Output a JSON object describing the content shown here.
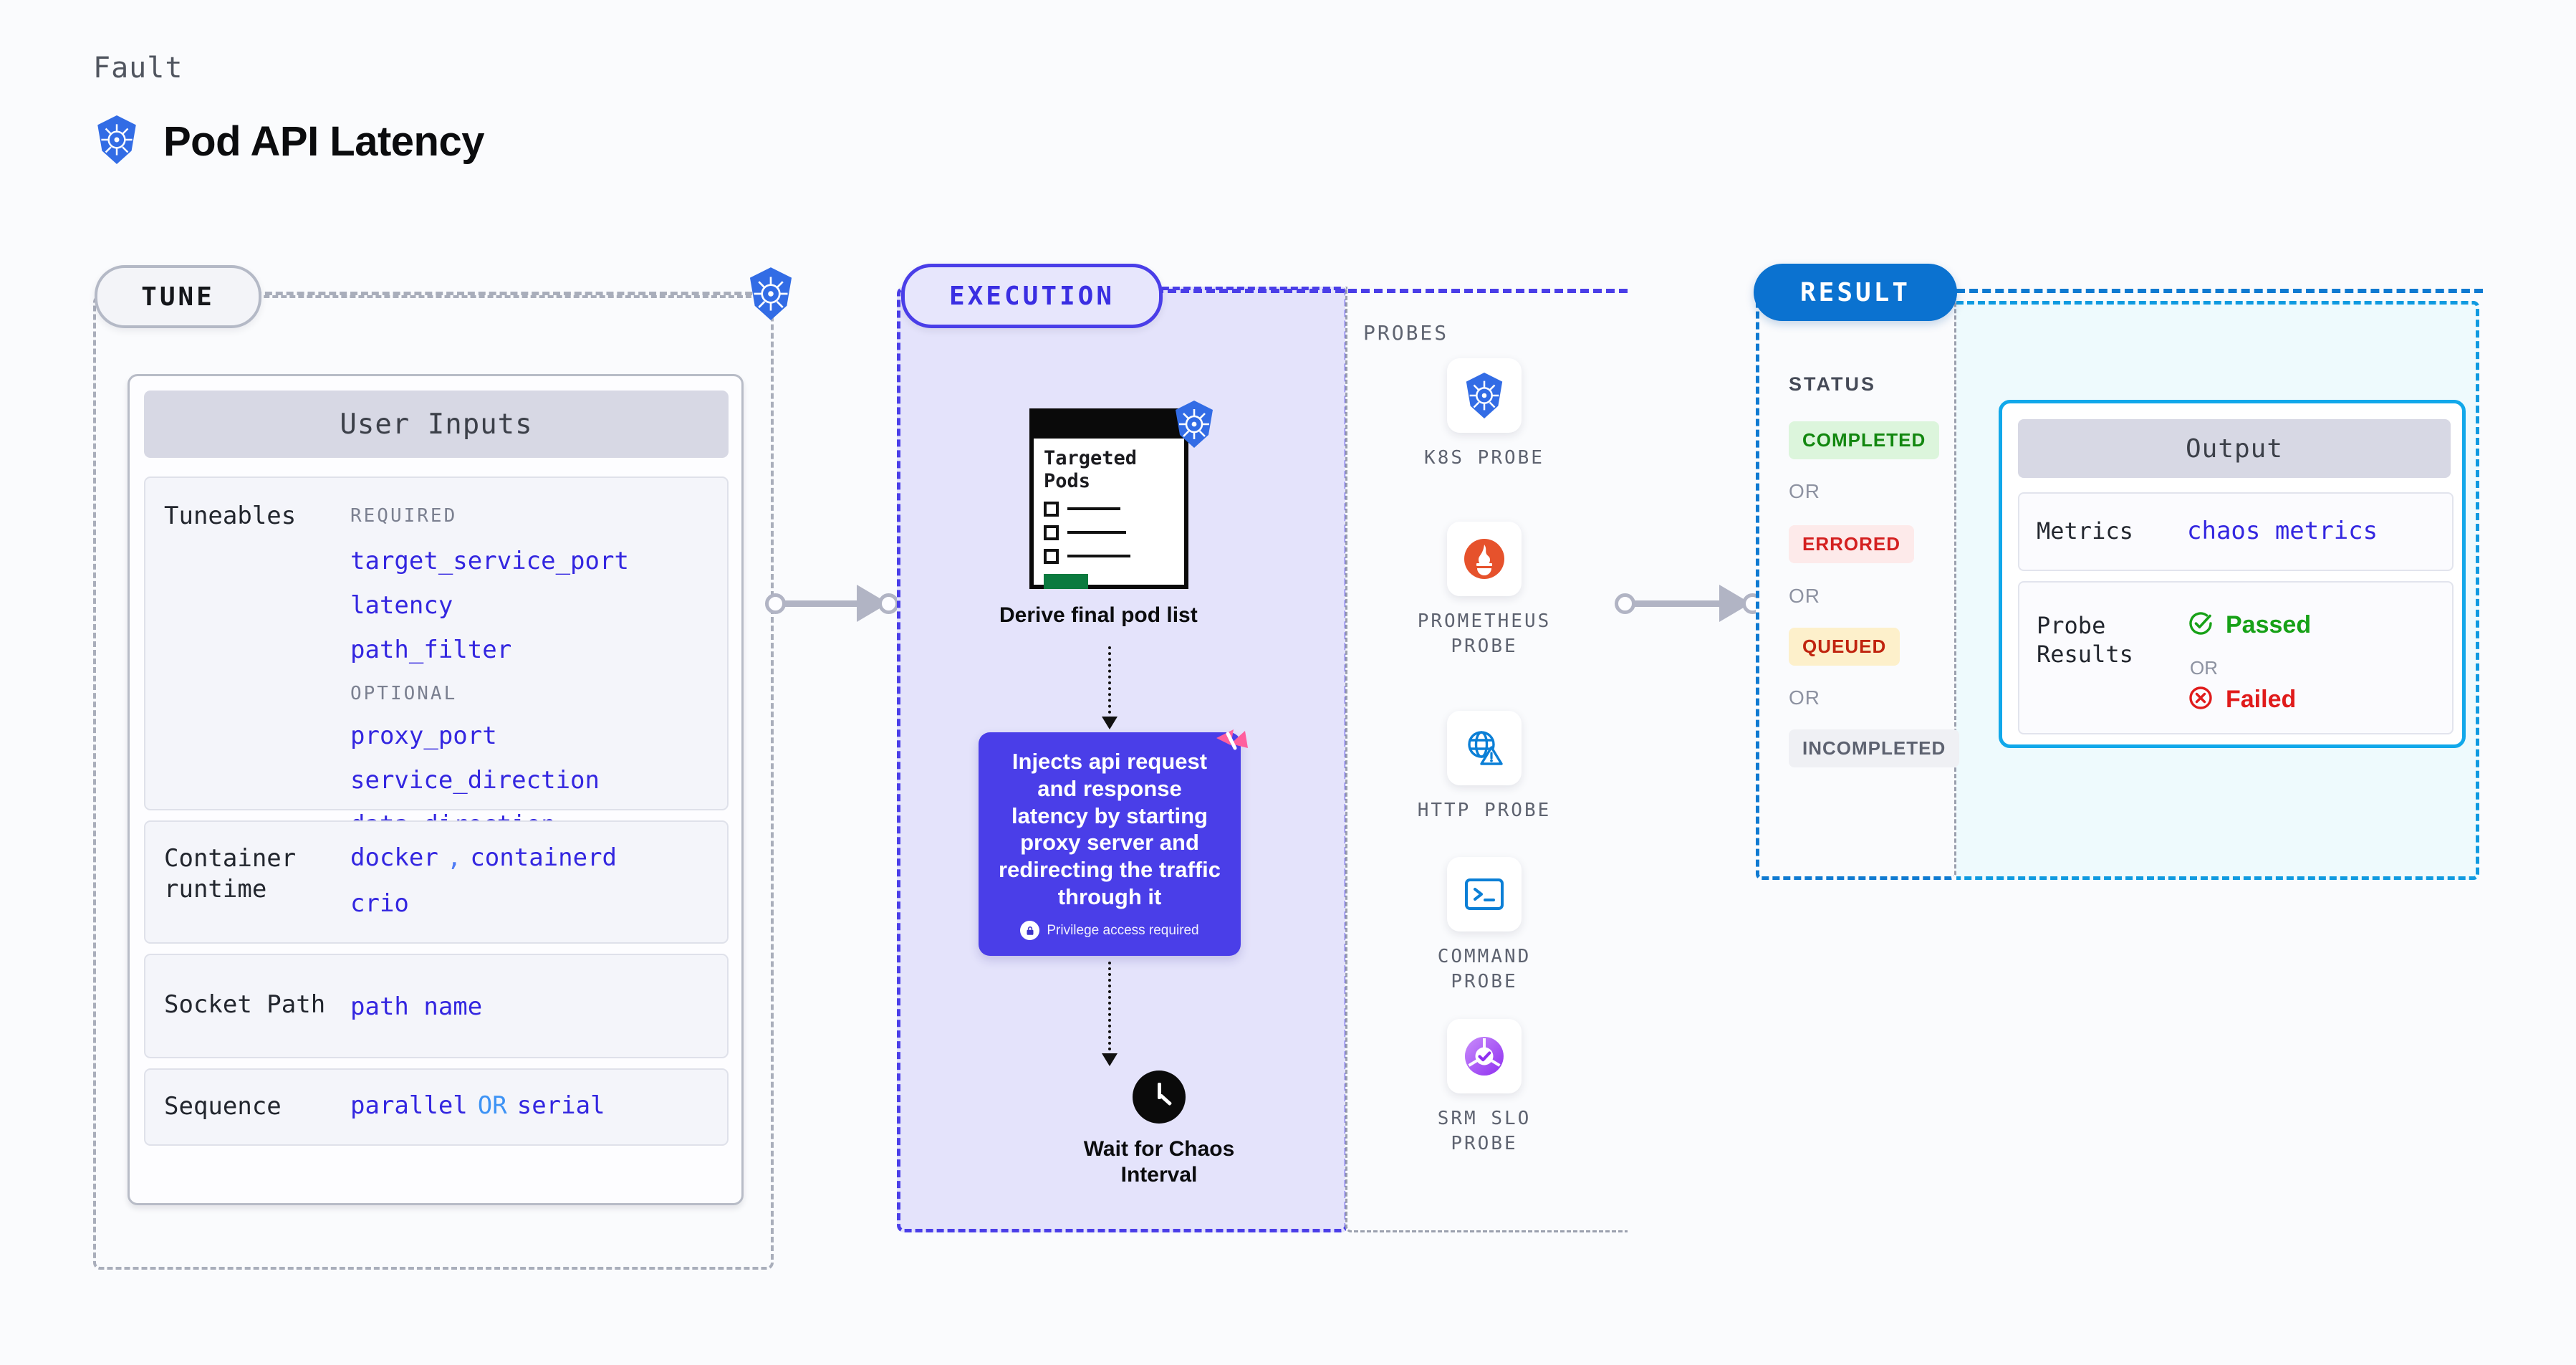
{
  "header": {
    "eyebrow": "Fault",
    "title": "Pod API Latency",
    "icon": "kubernetes-icon"
  },
  "tune": {
    "pill_label": "TUNE",
    "boundary_icon": "kubernetes-icon",
    "card_title": "User Inputs",
    "tuneables": {
      "label": "Tuneables",
      "required_label": "REQUIRED",
      "required": [
        "target_service_port",
        "latency",
        "path_filter"
      ],
      "optional_label": "OPTIONAL",
      "optional": [
        "proxy_port",
        "service_direction",
        "data_direction"
      ]
    },
    "container_runtime": {
      "label": "Container runtime",
      "values": [
        "docker",
        "containerd",
        "crio"
      ],
      "separator": ","
    },
    "socket_path": {
      "label": "Socket Path",
      "value": "path name"
    },
    "sequence": {
      "label": "Sequence",
      "value_a": "parallel",
      "conjunction": "OR",
      "value_b": "serial"
    }
  },
  "execution": {
    "pill_label": "EXECUTION",
    "targeted_pods": {
      "title": "Targeted Pods",
      "icon": "kubernetes-icon",
      "caption": "Derive final pod list"
    },
    "inject": {
      "text": "Injects api request and response latency by starting proxy server and redirecting the traffic through it",
      "privilege_note": "Privilege access required",
      "privilege_icon": "lock-icon",
      "badge_icon": "harness-chaos-icon",
      "accent": "#4a3ee8"
    },
    "wait": {
      "icon": "clock-icon",
      "label": "Wait for Chaos Interval"
    }
  },
  "probes": {
    "title": "PROBES",
    "items": [
      {
        "label": "K8S PROBE",
        "icon": "kubernetes-icon"
      },
      {
        "label": "PROMETHEUS PROBE",
        "icon": "prometheus-icon"
      },
      {
        "label": "HTTP PROBE",
        "icon": "http-globe-warning-icon"
      },
      {
        "label": "COMMAND PROBE",
        "icon": "terminal-icon"
      },
      {
        "label": "SRM SLO PROBE",
        "icon": "srm-slo-donut-check-icon"
      }
    ]
  },
  "result": {
    "pill_label": "RESULT",
    "status_title": "STATUS",
    "or_label": "OR",
    "statuses": [
      {
        "label": "COMPLETED",
        "color": "#12870f",
        "bg": "#dcf5dc"
      },
      {
        "label": "ERRORED",
        "color": "#d42020",
        "bg": "#fdeaea"
      },
      {
        "label": "QUEUED",
        "color": "#c0240f",
        "bg": "#fdf0cb"
      },
      {
        "label": "INCOMPLETED",
        "color": "#5d6270",
        "bg": "#eff0f4"
      }
    ]
  },
  "output": {
    "title": "Output",
    "metrics": {
      "label": "Metrics",
      "value": "chaos metrics"
    },
    "probe_results": {
      "label": "Probe Results",
      "passed": {
        "label": "Passed",
        "icon": "check-circle-icon",
        "color": "#17a117"
      },
      "or_label": "OR",
      "failed": {
        "label": "Failed",
        "icon": "x-circle-icon",
        "color": "#e01b1b"
      }
    }
  }
}
